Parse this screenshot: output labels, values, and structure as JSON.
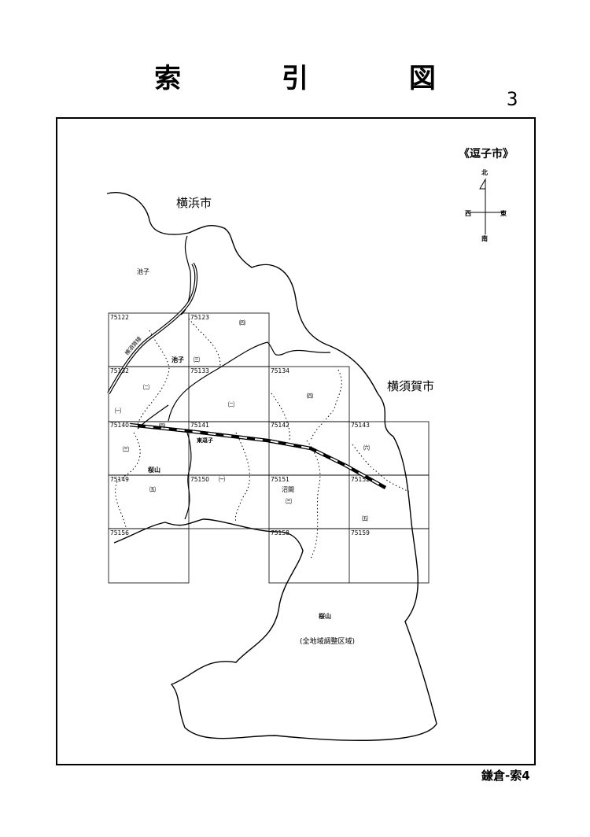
{
  "title": "索 引 図",
  "page_number": "3",
  "footer_code": "鎌倉-索4",
  "city": "《逗子市》",
  "compass": {
    "north": "北",
    "south": "南",
    "east": "東",
    "west": "西"
  },
  "neighbors": {
    "yokohama": "横浜市",
    "yokosuka": "横須賀市"
  },
  "areas": {
    "ikego_top": "池子",
    "ikego_mid": "池子",
    "numama": "沼間",
    "sakurayama": "桜山",
    "sakurayama_south": "桜山",
    "higashi_zushi": "東逗子",
    "railway": "横須賀線",
    "adjustment_zone": "(全地域調整区域)"
  },
  "sheets": {
    "s75122": "75122",
    "s75123": "75123",
    "s75132": "75132",
    "s75133": "75133",
    "s75134": "75134",
    "s75140": "75140",
    "s75141": "75141",
    "s75142": "75142",
    "s75143": "75143",
    "s75149": "75149",
    "s75150": "75150",
    "s75151": "75151",
    "s75152": "75152",
    "s75156": "75156",
    "s75158": "75158",
    "s75159": "75159"
  },
  "chome": {
    "c1": "㈣",
    "c2": "㈢",
    "c3": "㈡",
    "c4": "㈠",
    "c5": "㈡",
    "c6": "㈣",
    "c7": "㈣",
    "c8": "㈢",
    "c9": "㈥",
    "c10": "㈤",
    "c11": "㈠",
    "c12": "㈢",
    "c13": "㈤"
  }
}
